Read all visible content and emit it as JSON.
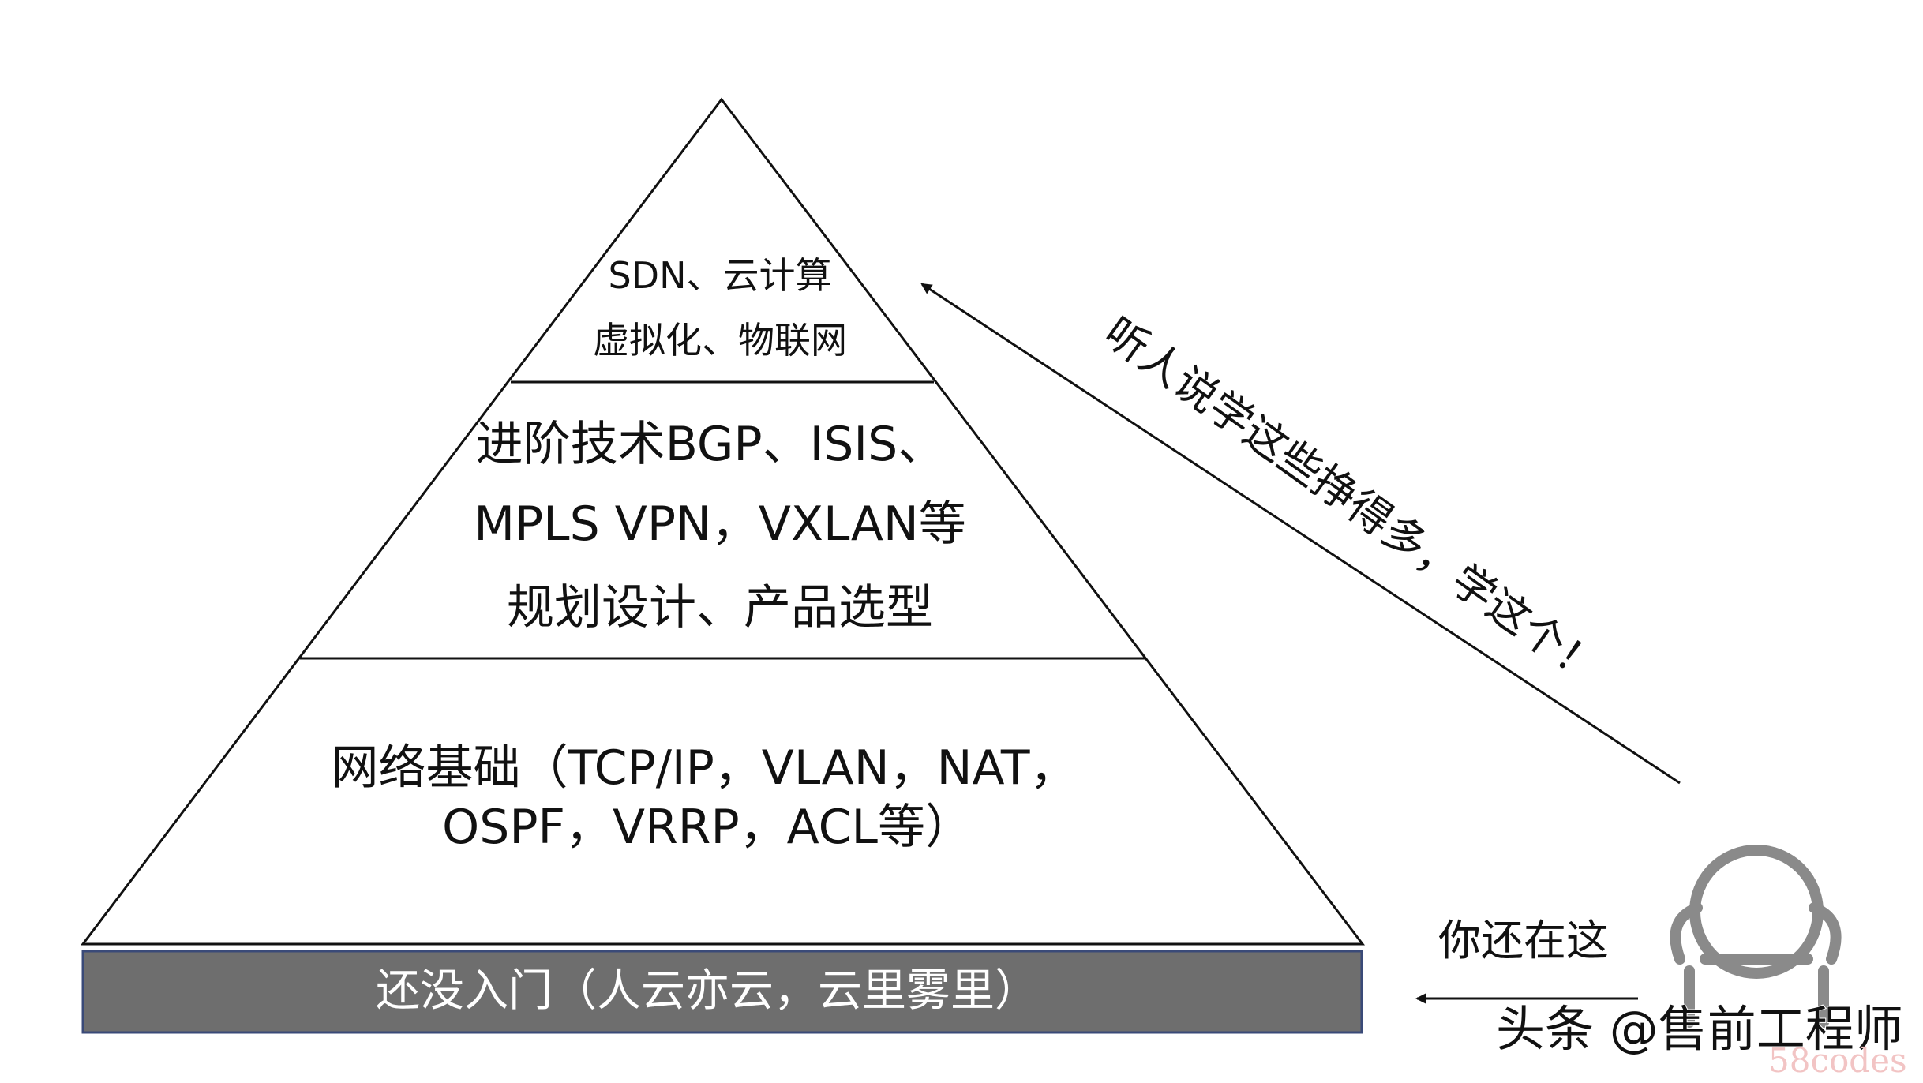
{
  "pyramid": {
    "top_tier": {
      "lines": [
        "SDN、云计算",
        "虚拟化、物联网"
      ]
    },
    "middle_tier": {
      "lines": [
        "进阶技术BGP、ISIS、",
        "MPLS VPN，VXLAN等",
        "规划设计、产品选型"
      ]
    },
    "bottom_tier": {
      "lines": [
        "网络基础（TCP/IP，VLAN，NAT，",
        "OSPF，VRRP，ACL等）"
      ]
    },
    "base_bar": {
      "label": "还没入门（人云亦云，云里雾里）",
      "color": "#6e6e6e"
    }
  },
  "annotations": {
    "upper_arrow_text": "听人说学这些挣得多，学这个！",
    "lower_arrow_text": "你还在这"
  },
  "watermarks": {
    "toutiao": "头条 @售前工程师",
    "site": "58codes"
  },
  "icons": {
    "person": "person-arms-up-icon"
  }
}
